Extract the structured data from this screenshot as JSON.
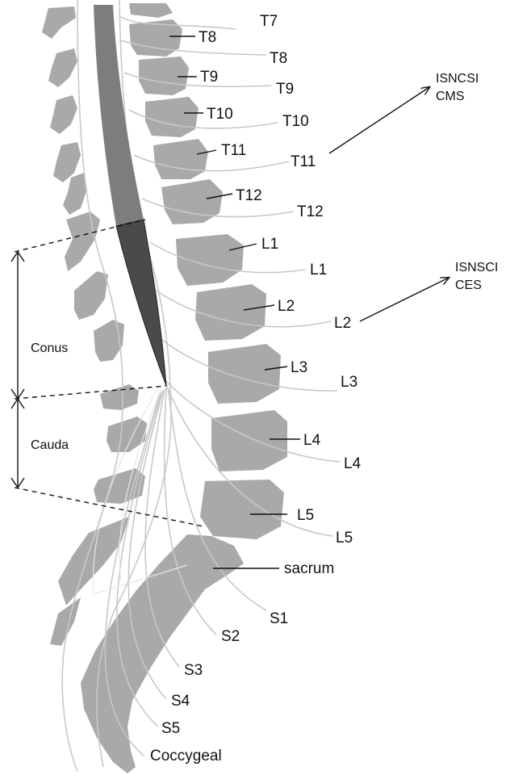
{
  "colors": {
    "vertebra": "#a9a9a9",
    "spinal_cord": "#7d7d7d",
    "conus": "#4a4a4a",
    "nerve_root": "#c8c8c8"
  },
  "body_labels": {
    "t8": "T8",
    "t9": "T9",
    "t10": "T10",
    "t11": "T11",
    "t12": "T12",
    "l1": "L1",
    "l2": "L2",
    "l3": "L3",
    "l4": "L4",
    "l5": "L5",
    "sacrum": "sacrum"
  },
  "nerve_labels": {
    "t7": "T7",
    "t8": "T8",
    "t9": "T9",
    "t10": "T10",
    "t11": "T11",
    "t12": "T12",
    "l1": "L1",
    "l2": "L2",
    "l3": "L3",
    "l4": "L4",
    "l5": "L5",
    "s1": "S1",
    "s2": "S2",
    "s3": "S3",
    "s4": "S4",
    "s5": "S5",
    "coccygeal": "Coccygeal"
  },
  "regions": {
    "conus": "Conus",
    "cauda": "Cauda"
  },
  "syndromes": {
    "cms_line1": "ISNCSI",
    "cms_line2": "CMS",
    "ces_line1": "ISNSCI",
    "ces_line2": "CES"
  }
}
